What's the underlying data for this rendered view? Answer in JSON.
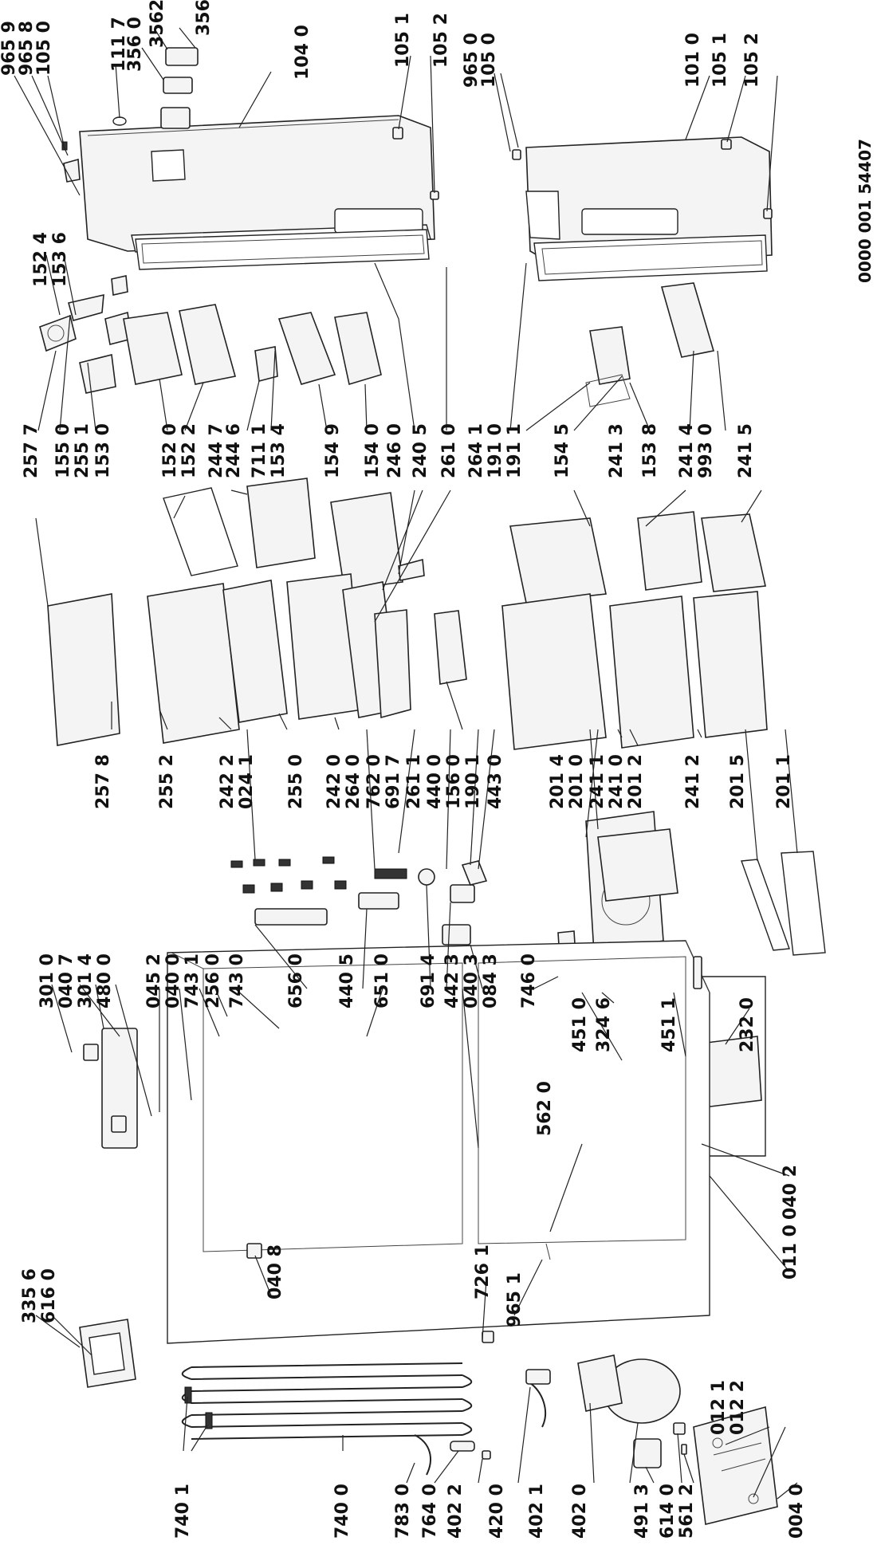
{
  "document_number": "0000 001 54407",
  "callouts": [
    "965 9",
    "965 8",
    "105 0",
    "111 7",
    "356 0",
    "3562",
    "356 1",
    "104 0",
    "105 1",
    "105 2",
    "965 0",
    "105 0",
    "101 0",
    "105 1",
    "105 2",
    "152 4",
    "153 6",
    "257 7",
    "155 0",
    "255 1",
    "153 0",
    "152 0",
    "152 2",
    "244 7",
    "244 6",
    "711 1",
    "153 4",
    "154 9",
    "154 0",
    "246 0",
    "240 5",
    "261 0",
    "264 1",
    "191 0",
    "191 1",
    "154 5",
    "241 3",
    "153 8",
    "241 4",
    "993 0",
    "241 5",
    "257 8",
    "255 2",
    "242 2",
    "024 1",
    "255 0",
    "242 0",
    "264 0",
    "762 0",
    "691 7",
    "261 1",
    "440 0",
    "156 0",
    "190 1",
    "443 0",
    "201 4",
    "201 0",
    "241 1",
    "241 0",
    "201 2",
    "241 2",
    "201 5",
    "201 1",
    "301 0",
    "040 7",
    "301 4",
    "480 0",
    "045 2",
    "040 0",
    "743 1",
    "256 0",
    "743 0",
    "656 0",
    "440 5",
    "651 0",
    "691 4",
    "442 3",
    "040 3",
    "084 3",
    "746 0",
    "451 0",
    "324 6",
    "451 1",
    "232 0",
    "562 0",
    "335 6",
    "616 0",
    "040 8",
    "726 1",
    "965 1",
    "011 0",
    "040 2",
    "740 1",
    "740 0",
    "783 0",
    "764 0",
    "402 2",
    "420 0",
    "402 1",
    "402 0",
    "491 3",
    "614 0",
    "561 2",
    "012 1",
    "012 2",
    "004 0"
  ]
}
